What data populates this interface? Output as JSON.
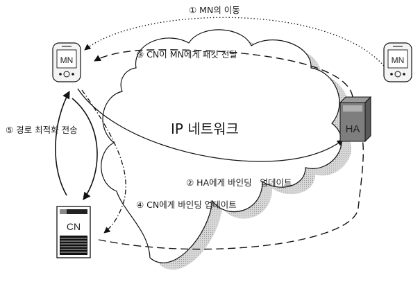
{
  "steps": {
    "step1": "① MN의 이동",
    "step2": "② HA에게 바인딩   업데이트",
    "step3": "③ CN이 MN에게 패킷 전달",
    "step4": "④ CN에게 바인딩 업데이트",
    "step5": "⑤ 경로 최적화 전송"
  },
  "network_label": "IP 네트워크",
  "nodes": {
    "mn_left": "MN",
    "mn_right": "MN",
    "ha": "HA",
    "cn": "CN"
  }
}
